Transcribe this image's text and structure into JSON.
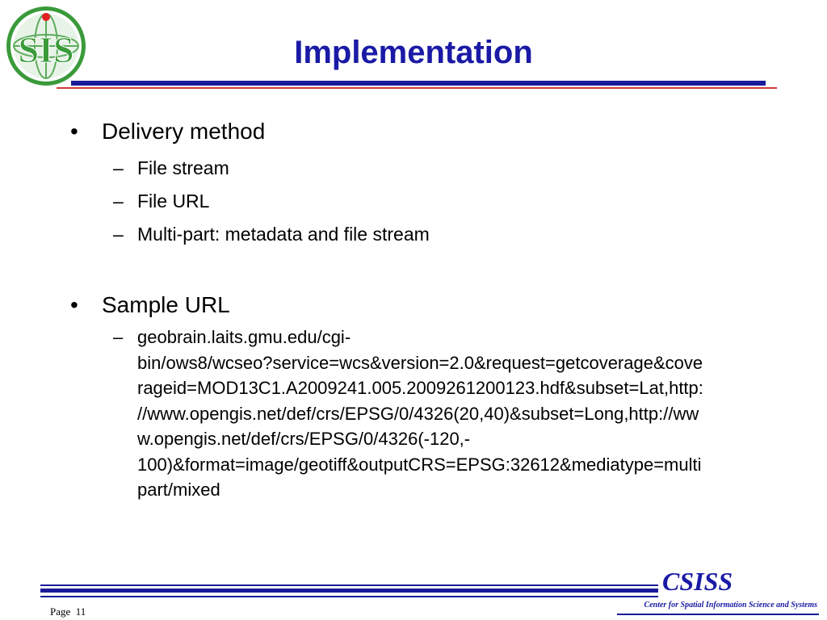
{
  "slide": {
    "title": "Implementation"
  },
  "logo": {
    "text": "SIS",
    "colors": {
      "green": "#3a9a3a",
      "red": "#e02020",
      "white": "#ffffff"
    }
  },
  "bullets": [
    {
      "label": "Delivery method",
      "subitems": [
        "File stream",
        "File URL",
        "Multi-part: metadata and file stream"
      ]
    },
    {
      "label": "Sample URL",
      "url_lines": [
        "geobrain.laits.gmu.edu/cgi-",
        "bin/ows8/wcseo?service=wcs&version=2.0&request=getcoverage&cove",
        "rageid=MOD13C1.A2009241.005.2009261200123.hdf&subset=Lat,http:",
        "//www.opengis.net/def/crs/EPSG/0/4326(20,40)&subset=Long,http://ww",
        "w.opengis.net/def/crs/EPSG/0/4326(-120,-",
        "100)&format=image/geotiff&outputCRS=EPSG:32612&mediatype=multi",
        "part/mixed"
      ]
    }
  ],
  "footer": {
    "brand": "CSISS",
    "center_name": "Center for Spatial Information Science and Systems",
    "page_label": "Page",
    "page_number": "11"
  },
  "symbols": {
    "bullet": "•",
    "dash": "–"
  },
  "colors": {
    "title_blue": "#1a1aa6",
    "rule_blue": "#1a1a9a",
    "rule_red": "#d23a3a"
  }
}
